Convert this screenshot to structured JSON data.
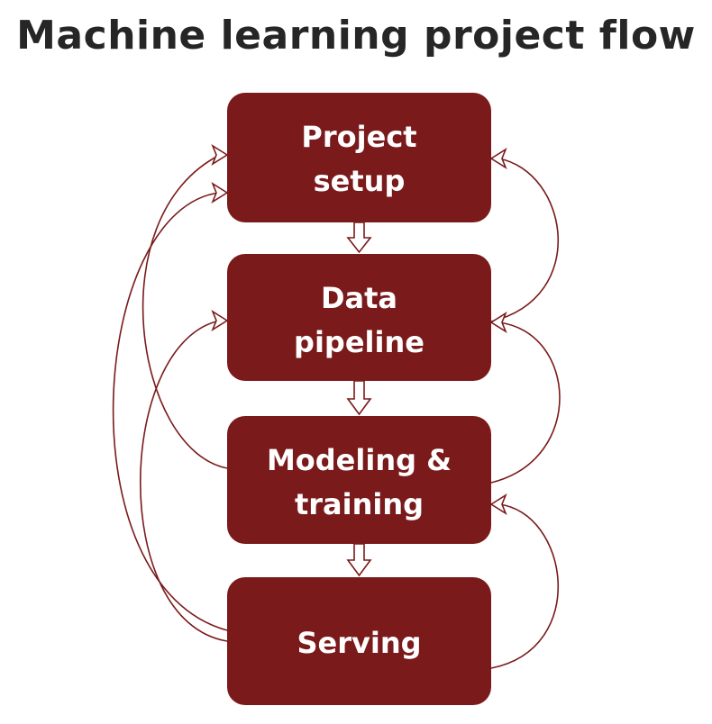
{
  "title": "Machine learning project flow",
  "colors": {
    "node_fill": "#7a1a1a",
    "node_text": "#ffffff",
    "arrow_stroke": "#7a1a1a",
    "title_text": "#262626"
  },
  "nodes": [
    {
      "id": "project-setup",
      "lines": [
        "Project",
        "setup"
      ]
    },
    {
      "id": "data-pipeline",
      "lines": [
        "Data",
        "pipeline"
      ]
    },
    {
      "id": "modeling-training",
      "lines": [
        "Modeling &",
        "training"
      ]
    },
    {
      "id": "serving",
      "lines": [
        "Serving"
      ]
    }
  ],
  "edges": [
    {
      "from": "project-setup",
      "to": "data-pipeline",
      "kind": "forward"
    },
    {
      "from": "data-pipeline",
      "to": "modeling-training",
      "kind": "forward"
    },
    {
      "from": "modeling-training",
      "to": "serving",
      "kind": "forward"
    },
    {
      "from": "data-pipeline",
      "to": "project-setup",
      "kind": "feedback",
      "side": "right"
    },
    {
      "from": "modeling-training",
      "to": "data-pipeline",
      "kind": "feedback",
      "side": "right"
    },
    {
      "from": "serving",
      "to": "modeling-training",
      "kind": "feedback",
      "side": "right"
    },
    {
      "from": "modeling-training",
      "to": "project-setup",
      "kind": "feedback",
      "side": "left"
    },
    {
      "from": "serving",
      "to": "project-setup",
      "kind": "feedback",
      "side": "left"
    },
    {
      "from": "serving",
      "to": "data-pipeline",
      "kind": "feedback",
      "side": "left"
    }
  ]
}
